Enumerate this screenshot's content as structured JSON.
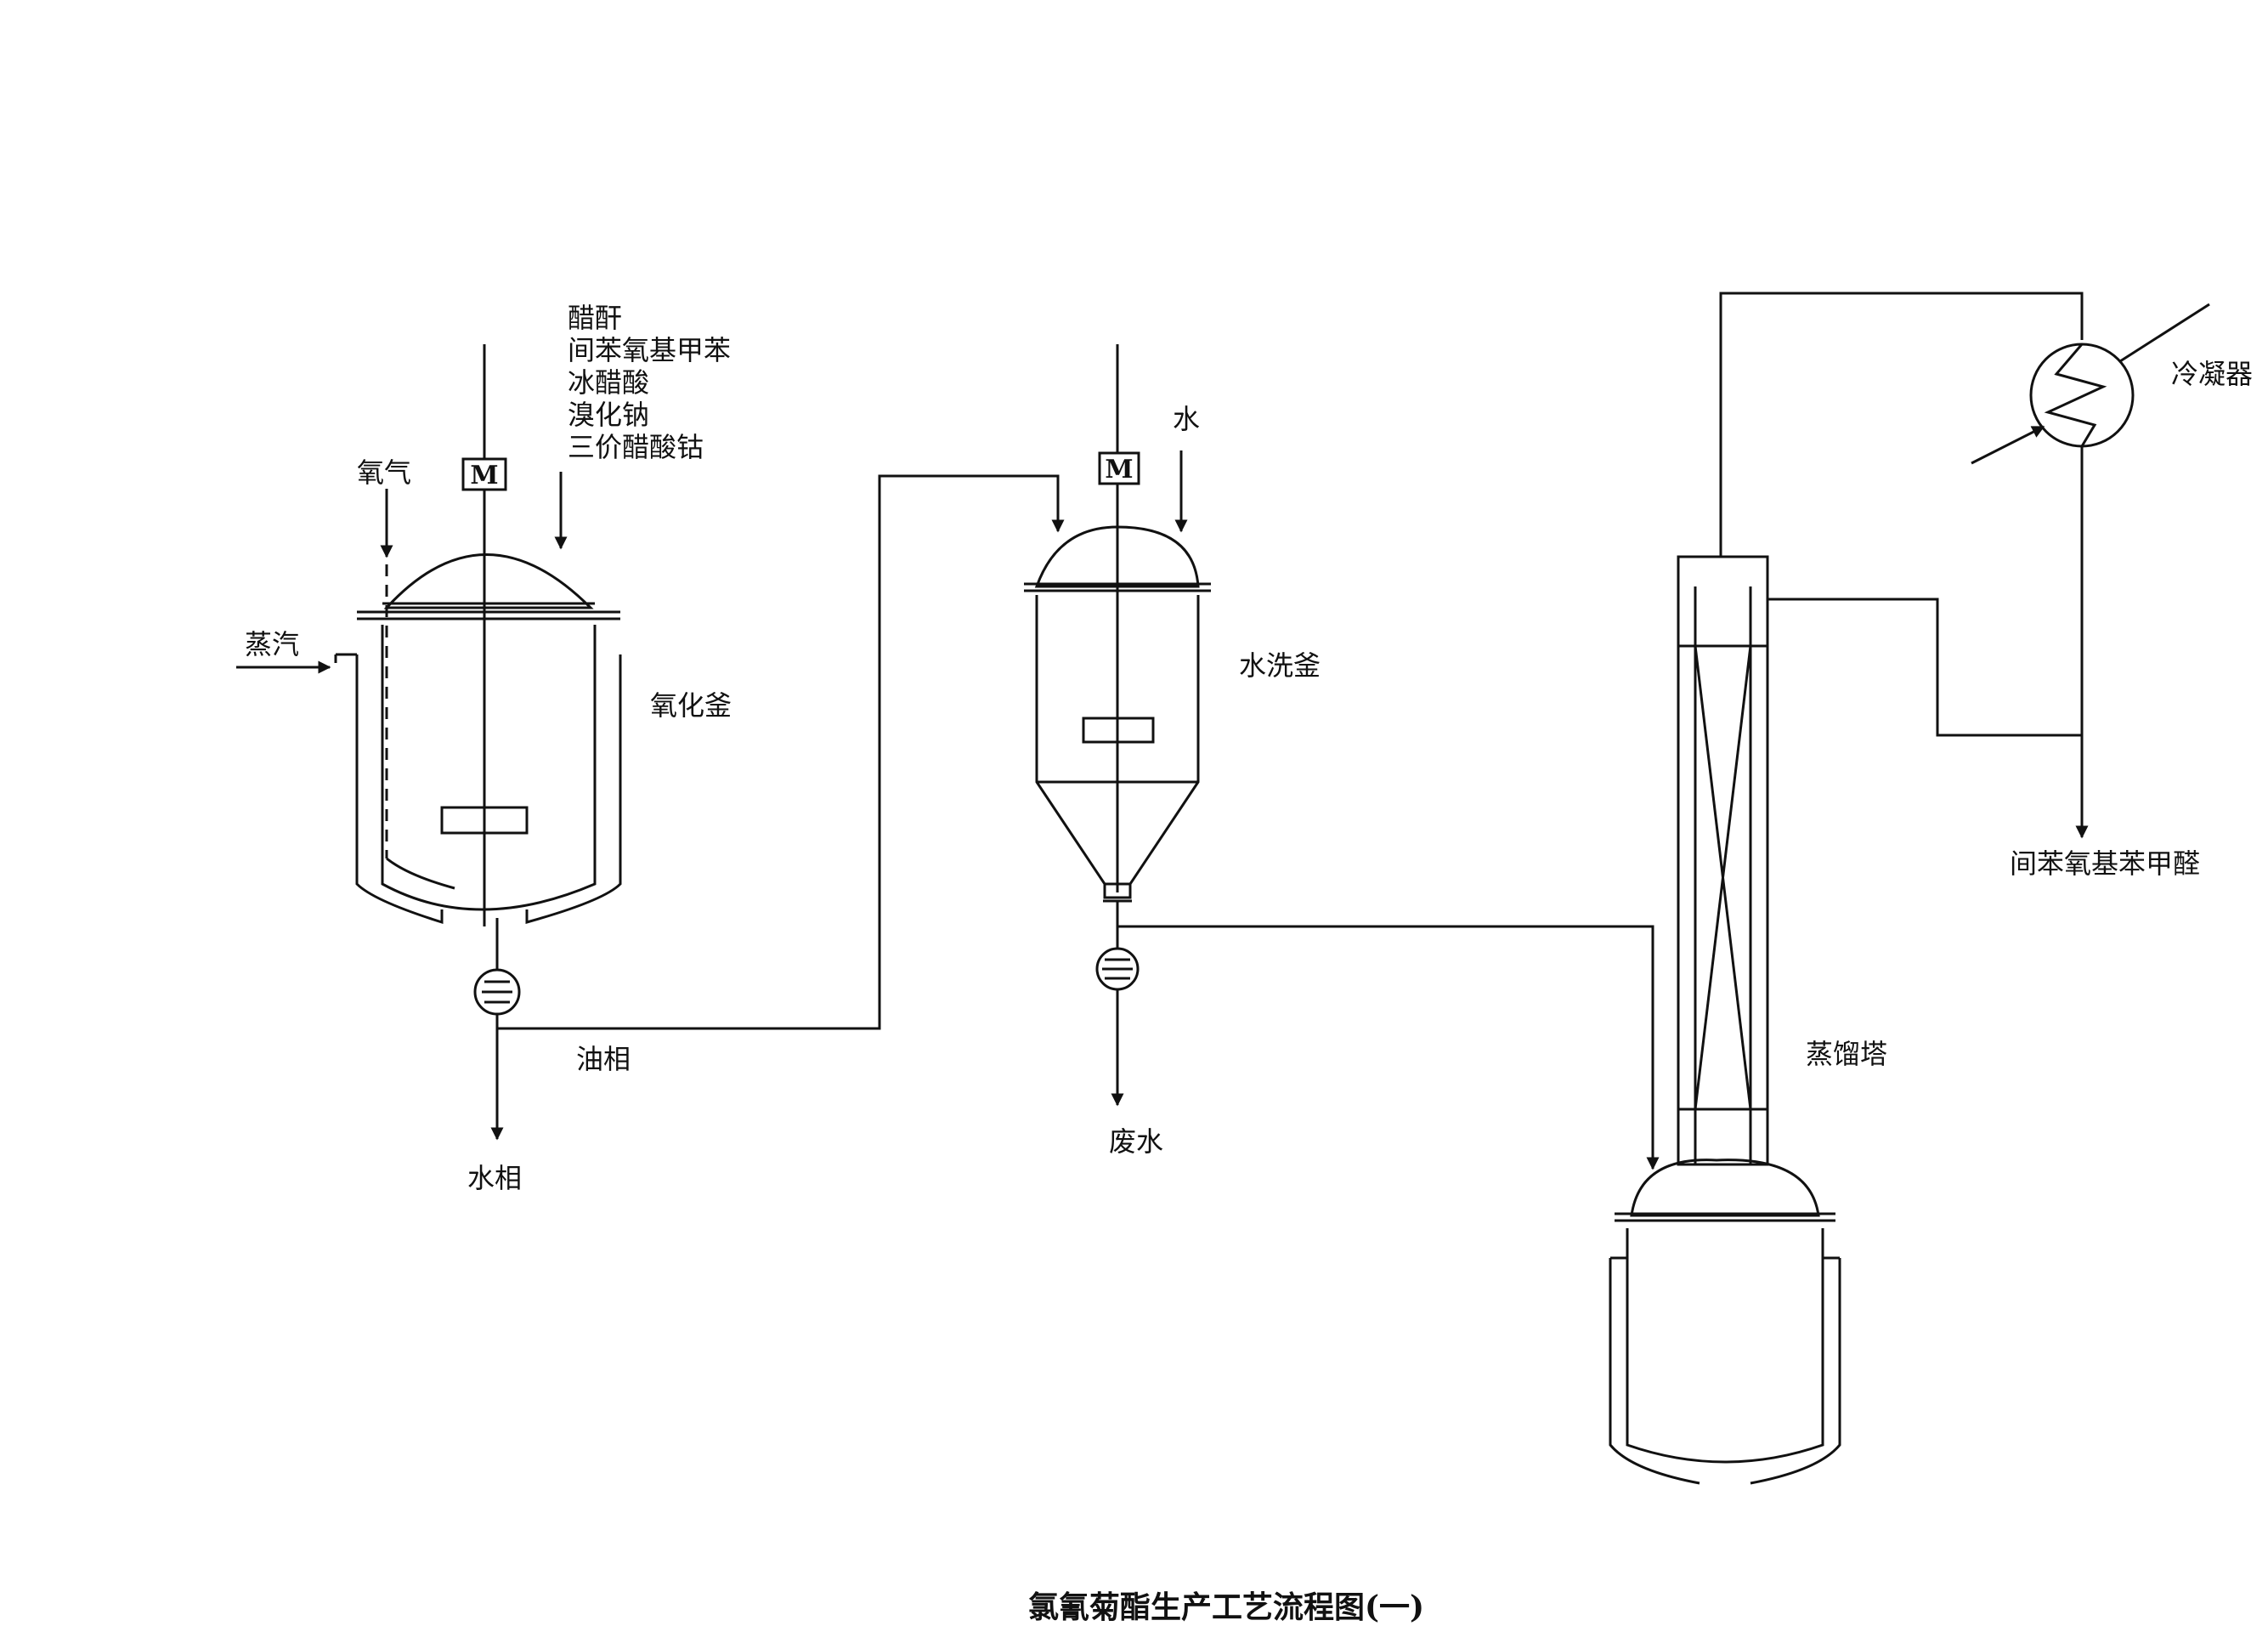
{
  "diagram": {
    "title": "氯氰菊酯生产工艺流程图(一)",
    "equipment": {
      "oxidation_kettle": "氧化釜",
      "washing_kettle": "水洗釜",
      "distillation_tower": "蒸馏塔",
      "condenser": "冷凝器"
    },
    "motor_label": "M",
    "streams": {
      "oxygen": "氧气",
      "steam": "蒸汽",
      "water_in": "水",
      "oil_phase": "油相",
      "water_phase": "水相",
      "waste_water": "废水",
      "product": "间苯氧基苯甲醛"
    },
    "oxidation_feeds": [
      "醋酐",
      "间苯氧基甲苯",
      "冰醋酸",
      "溴化钠",
      "三价醋酸钴"
    ]
  }
}
